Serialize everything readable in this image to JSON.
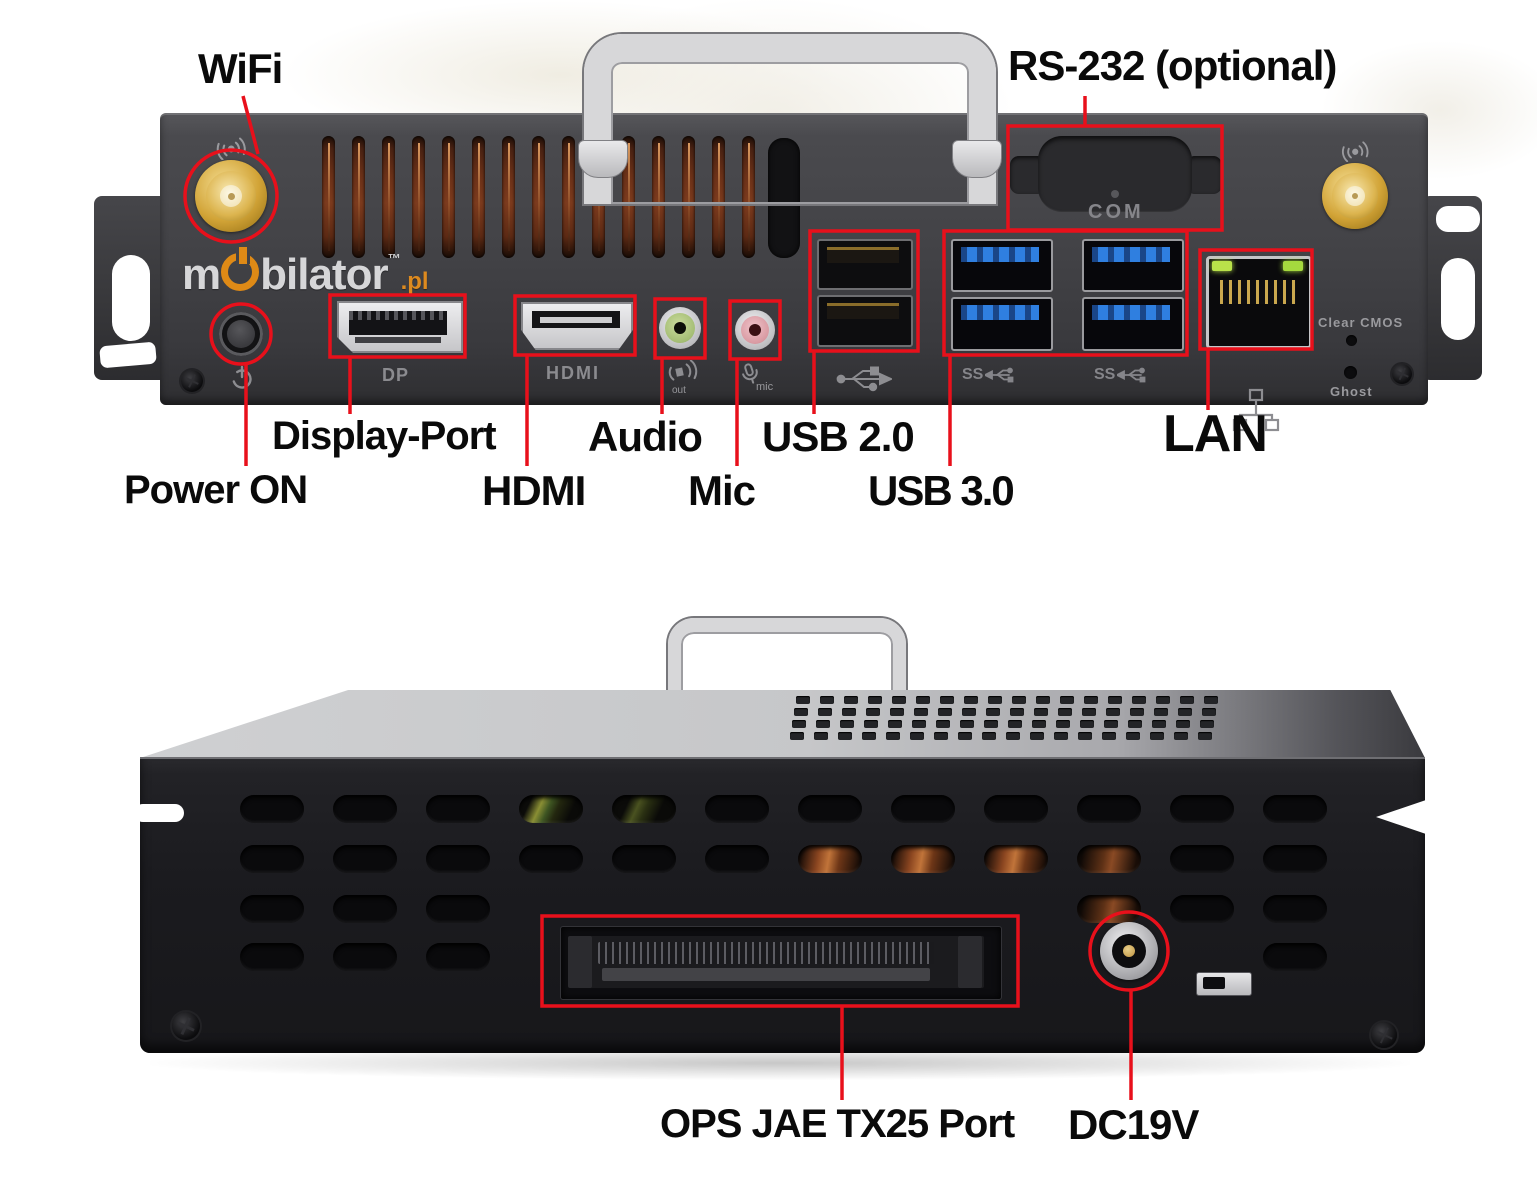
{
  "annotations": {
    "wifi": "WiFi",
    "rs232": "RS-232 (optional)",
    "display_port": "Display-Port",
    "power_on": "Power ON",
    "hdmi": "HDMI",
    "audio": "Audio",
    "mic": "Mic",
    "usb2": "USB 2.0",
    "usb3": "USB 3.0",
    "lan": "LAN",
    "ops": "OPS JAE TX25 Port",
    "dc": "DC19V"
  },
  "chassis": {
    "brand_prefix": "m",
    "brand_suffix": "bilator",
    "brand_tld": ".pl",
    "trademark": "™",
    "dp": "DP",
    "hdmi": "HDMI",
    "com": "COM",
    "clear_cmos": "Clear CMOS",
    "ghost": "Ghost",
    "mic_small": "mic",
    "out_small": "out",
    "ss": "SS"
  },
  "colors": {
    "annotation_red": "#e8101b",
    "usb3_blue": "#2f7fe0",
    "copper": "#8a4a2c",
    "antenna_gold": "#d4a843",
    "logo_orange": "#df8a16",
    "led_green": "#b9e24a"
  }
}
